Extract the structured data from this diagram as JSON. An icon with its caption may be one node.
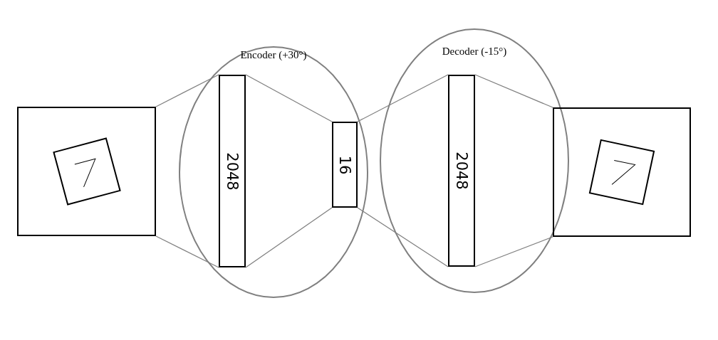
{
  "diagram": {
    "nodes": [
      {
        "text": [],
        "shape": "picture"
      },
      {
        "text": [
          "Encoder (+30°)"
        ]
      },
      {
        "text": [
          "2048"
        ],
        "in": 1
      },
      {
        "text": [
          "16"
        ],
        "in": 1
      },
      {
        "text": [
          "Decoder (-15°)"
        ]
      },
      {
        "text": [
          "2048"
        ],
        "in": 4
      },
      {
        "text": [],
        "shape": "picture"
      }
    ],
    "edges": [
      {
        "from": 0,
        "to": 2,
        "arrow": "none"
      },
      {
        "from": 0,
        "to": 2,
        "arrow": "none"
      },
      {
        "from": 2,
        "to": 3,
        "arrow": "none"
      },
      {
        "from": 2,
        "to": 3,
        "arrow": "none"
      },
      {
        "from": 3,
        "to": 5,
        "arrow": "none"
      },
      {
        "from": 3,
        "to": 5,
        "arrow": "none"
      },
      {
        "from": 5,
        "to": 6,
        "arrow": "none"
      },
      {
        "from": 5,
        "to": 6,
        "arrow": "none"
      }
    ]
  }
}
